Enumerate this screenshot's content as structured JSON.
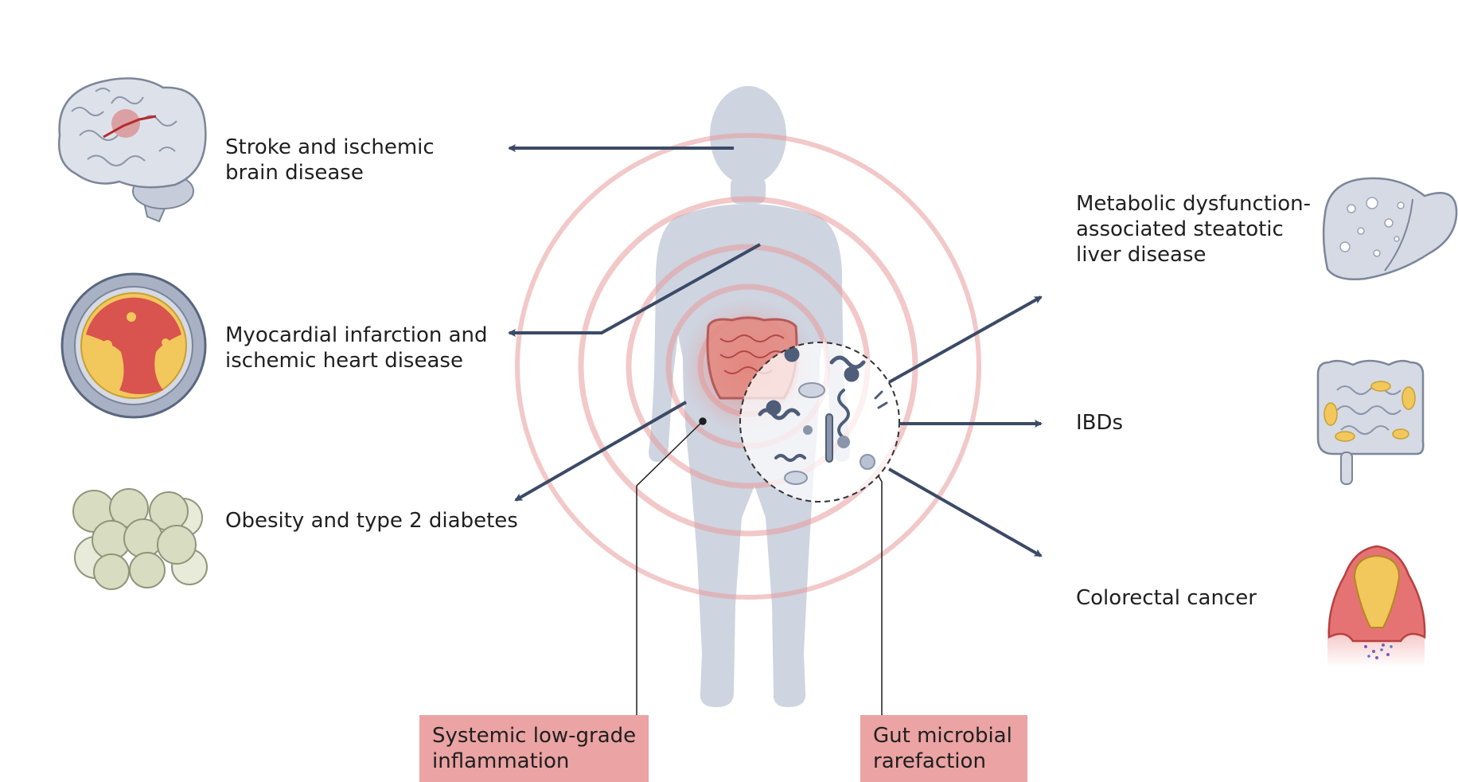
{
  "left_conditions": [
    {
      "lines": [
        "Stroke and ischemic",
        "brain disease"
      ],
      "icon": "brain-icon"
    },
    {
      "lines": [
        "Myocardial infarction and",
        "ischemic heart disease"
      ],
      "icon": "artery-plaque-icon"
    },
    {
      "lines": [
        "Obesity and type 2 diabetes"
      ],
      "icon": "adipocytes-icon"
    }
  ],
  "right_conditions": [
    {
      "lines": [
        "Metabolic dysfunction-",
        "associated steatotic",
        "liver disease"
      ],
      "icon": "liver-icon"
    },
    {
      "lines": [
        "IBDs"
      ],
      "icon": "intestine-icon"
    },
    {
      "lines": [
        "Colorectal cancer"
      ],
      "icon": "colorectal-tumor-icon"
    }
  ],
  "bottom_boxes": [
    {
      "lines": [
        "Systemic low-grade",
        "inflammation"
      ]
    },
    {
      "lines": [
        "Gut microbial",
        "rarefaction"
      ]
    }
  ],
  "colors": {
    "arrow": "#3b4a66",
    "body": "#ced4e0",
    "inflammation_ring": "#e89a9a",
    "box_fill": "#eba3a3",
    "plaque": "#f2c75c",
    "tissue_red": "#d9534f"
  }
}
